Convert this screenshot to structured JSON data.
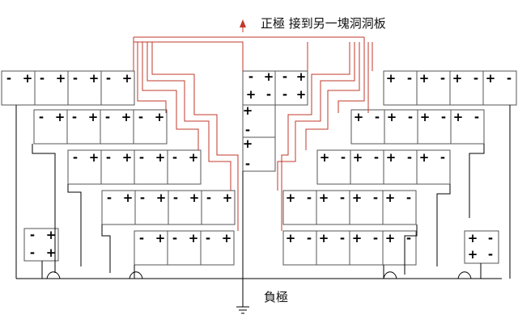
{
  "labels": {
    "positive_terminal": "正極 接到另一塊洞洞板",
    "negative_terminal": "負極"
  },
  "colors": {
    "positive_wire": "#c0392b",
    "negative_wire": "#000000",
    "cell_border": "#555555",
    "arrow": "#c0392b"
  },
  "cell_symbols": {
    "minus": "-",
    "plus": "+"
  },
  "cell_groups": [
    {
      "name": "left-row-1",
      "count": 4
    },
    {
      "name": "left-row-2",
      "count": 4
    },
    {
      "name": "left-row-3",
      "count": 4
    },
    {
      "name": "left-row-4",
      "count": 4
    },
    {
      "name": "left-row-5",
      "count": 3
    },
    {
      "name": "left-pair",
      "count": 1
    },
    {
      "name": "center-column",
      "count": 4
    },
    {
      "name": "right-row-1",
      "count": 4
    },
    {
      "name": "right-row-2",
      "count": 4
    },
    {
      "name": "right-row-3",
      "count": 4
    },
    {
      "name": "right-row-4",
      "count": 4
    },
    {
      "name": "right-row-5",
      "count": 4
    },
    {
      "name": "right-pair",
      "count": 1
    }
  ]
}
